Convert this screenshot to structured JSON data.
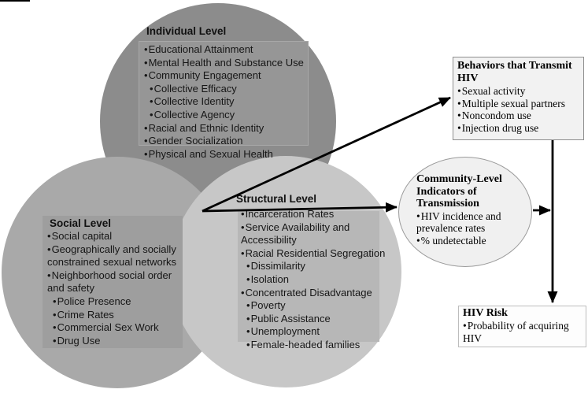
{
  "ui": {
    "bullet_char": "•"
  },
  "colors": {
    "individual_circle": "#8c8c8c",
    "social_circle": "#a9a9a9",
    "structural_circle": "#c7c7c7",
    "behaviors_box_fill": "#f2f2f2",
    "ellipse_fill": "#f0f0f0",
    "hiv_risk_box_fill": "#fdfdfd",
    "arrow_color": "#000000"
  },
  "venn": {
    "individual": {
      "title": "Individual Level",
      "lines": [
        {
          "t": "Educational Attainment",
          "b": 1,
          "i": 0
        },
        {
          "t": "Mental Health and Substance Use",
          "b": 1,
          "i": 0
        },
        {
          "t": "Community Engagement",
          "b": 1,
          "i": 0
        },
        {
          "t": "Collective Efficacy",
          "b": 1,
          "i": 1
        },
        {
          "t": "Collective Identity",
          "b": 1,
          "i": 1
        },
        {
          "t": "Collective Agency",
          "b": 1,
          "i": 1
        },
        {
          "t": "Racial and Ethnic Identity",
          "b": 1,
          "i": 0
        },
        {
          "t": "Gender Socialization",
          "b": 1,
          "i": 0
        },
        {
          "t": "Physical and Sexual Health",
          "b": 1,
          "i": 0
        }
      ]
    },
    "social": {
      "title": "Social Level",
      "lines": [
        {
          "t": "Social capital",
          "b": 1,
          "i": 0
        },
        {
          "t": "Geographically and socially",
          "b": 1,
          "i": 0
        },
        {
          "t": "constrained sexual networks",
          "b": 0,
          "i": 0
        },
        {
          "t": "Neighborhood social order",
          "b": 1,
          "i": 0
        },
        {
          "t": "and safety",
          "b": 0,
          "i": 0
        },
        {
          "t": "Police Presence",
          "b": 1,
          "i": 1
        },
        {
          "t": "Crime Rates",
          "b": 1,
          "i": 1
        },
        {
          "t": "Commercial Sex Work",
          "b": 1,
          "i": 1
        },
        {
          "t": "Drug Use",
          "b": 1,
          "i": 1
        }
      ]
    },
    "structural": {
      "title": "Structural Level",
      "lines": [
        {
          "t": "Incarceration Rates",
          "b": 1,
          "i": 0
        },
        {
          "t": "Service Availability and",
          "b": 1,
          "i": 0
        },
        {
          "t": "Accessibility",
          "b": 0,
          "i": 0
        },
        {
          "t": "Racial Residential Segregation",
          "b": 1,
          "i": 0
        },
        {
          "t": "Dissimilarity",
          "b": 1,
          "i": 1
        },
        {
          "t": "Isolation",
          "b": 1,
          "i": 1
        },
        {
          "t": "Concentrated Disadvantage",
          "b": 1,
          "i": 0
        },
        {
          "t": "Poverty",
          "b": 1,
          "i": 1
        },
        {
          "t": "Public Assistance",
          "b": 1,
          "i": 1
        },
        {
          "t": "Unemployment",
          "b": 1,
          "i": 1
        },
        {
          "t": "Female-headed families",
          "b": 1,
          "i": 1
        }
      ]
    }
  },
  "flow": {
    "behaviors": {
      "title": "Behaviors that Transmit HIV",
      "lines": [
        {
          "t": "Sexual activity",
          "b": 1,
          "i": 0
        },
        {
          "t": "Multiple sexual partners",
          "b": 1,
          "i": 0
        },
        {
          "t": "Noncondom use",
          "b": 1,
          "i": 0
        },
        {
          "t": "Injection drug use",
          "b": 1,
          "i": 0
        }
      ]
    },
    "community": {
      "title": "Community-Level Indicators of Transmission",
      "lines": [
        {
          "t": "HIV incidence and prevalence rates",
          "b": 1,
          "i": 0
        },
        {
          "t": "% undetectable",
          "b": 1,
          "i": 0
        }
      ]
    },
    "hiv_risk": {
      "title": "HIV Risk",
      "lines": [
        {
          "t": "Probability of acquiring HIV",
          "b": 1,
          "i": 0
        }
      ]
    }
  }
}
